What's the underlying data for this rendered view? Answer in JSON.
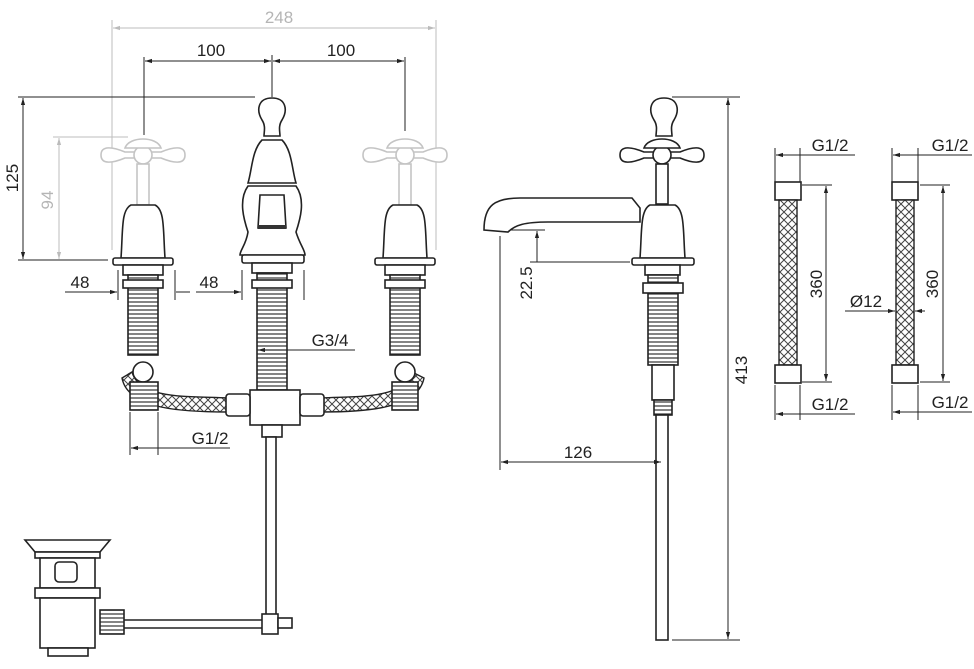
{
  "drawing": {
    "front_view": {
      "overall_width": "248",
      "centre_spacing_left": "100",
      "centre_spacing_right": "100",
      "spout_height": "125",
      "tap_height": "94",
      "tap_base_diameter": "48",
      "spout_base_diameter": "48",
      "spout_thread": "G3/4",
      "outlet_thread": "G1/2"
    },
    "side_view": {
      "spout_clearance": "22.5",
      "spout_projection": "126",
      "overall_height": "413"
    },
    "hose_left": {
      "top_thread": "G1/2",
      "length": "360",
      "bottom_thread": "G1/2"
    },
    "hose_right": {
      "top_thread": "G1/2",
      "length": "360",
      "diameter": "Ø12",
      "bottom_thread": "G1/2"
    }
  }
}
